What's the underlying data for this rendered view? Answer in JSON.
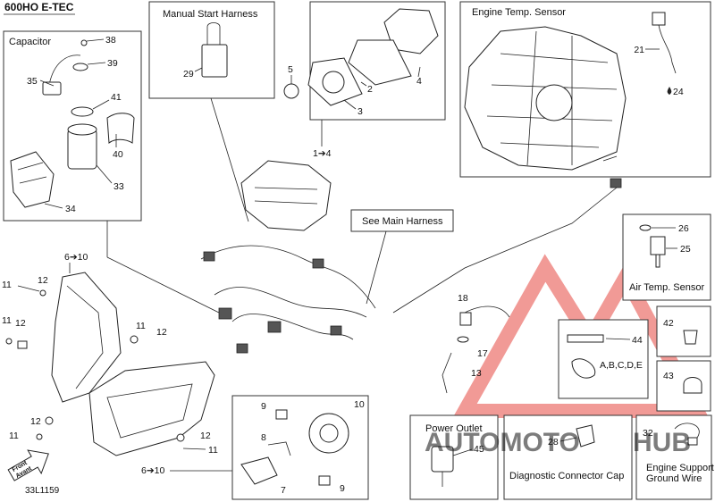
{
  "model_title": "600HO E-TEC",
  "diagram_code": "33L1159",
  "front_arrow": {
    "line1": "Front",
    "line2": "Avant"
  },
  "boxes": {
    "capacitor": "Capacitor",
    "manual_start": "Manual Start Harness",
    "engine_temp": "Engine Temp. Sensor",
    "main_harness": "See Main Harness",
    "air_temp": "Air Temp. Sensor",
    "power_outlet": "Power Outlet",
    "diag_cap": "Diagnostic Connector Cap",
    "engine_ground_1": "Engine Support",
    "engine_ground_2": "Ground Wire"
  },
  "callouts": {
    "c1to4": "1➔4",
    "c2": "2",
    "c3": "3",
    "c4": "4",
    "c5": "5",
    "c6to10_top": "6➔10",
    "c6to10_bottom": "6➔10",
    "c7": "7",
    "c8": "8",
    "c9a": "9",
    "c9b": "9",
    "c10": "10",
    "c11a": "11",
    "c11b": "11",
    "c11c": "11",
    "c11d": "11",
    "c11e": "11",
    "c12a": "12",
    "c12b": "12",
    "c12c": "12",
    "c12d": "12",
    "c12e": "12",
    "c13": "13",
    "c17": "17",
    "c18": "18",
    "c21": "21",
    "c24": "24",
    "c25": "25",
    "c26": "26",
    "c28": "28",
    "c29": "29",
    "c32": "32",
    "c33": "33",
    "c34": "34",
    "c35": "35",
    "c38": "38",
    "c39": "39",
    "c40": "40",
    "c41": "41",
    "c42": "42",
    "c43": "43",
    "c44": "44",
    "c45": "45",
    "abcde": "A,B,C,D,E"
  },
  "watermark": {
    "part1": "AUTOMOTO",
    "part2": "HUB"
  },
  "colors": {
    "watermark_red": "#e0271f",
    "watermark_orange": "#f5a623",
    "line": "#222222"
  }
}
